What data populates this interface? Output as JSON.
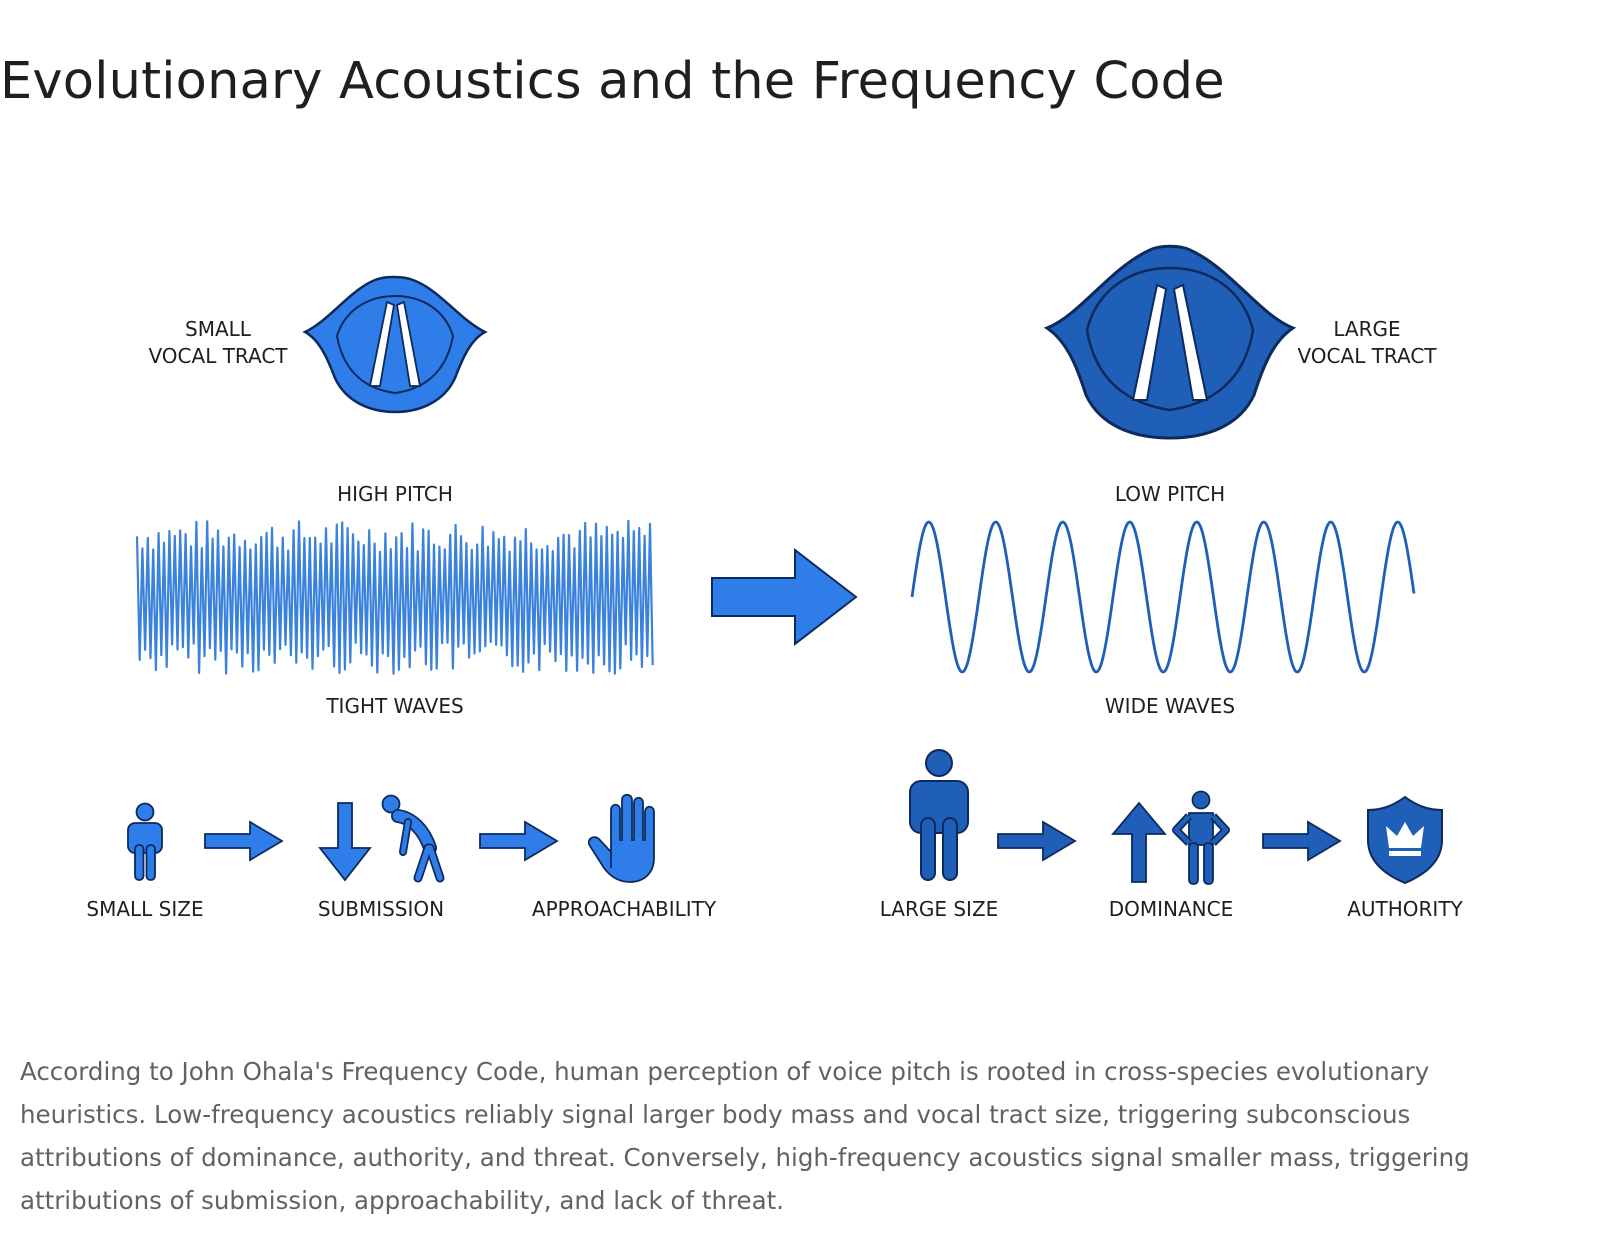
{
  "title": "Evolutionary Acoustics and the Frequency Code",
  "colors": {
    "accent_light": "#2f7de8",
    "accent_dark": "#1f5fb8",
    "outline": "#0d2a5c",
    "text": "#1f1f1f",
    "caption": "#5f6368"
  },
  "left": {
    "tract_label_line1": "SMALL",
    "tract_label_line2": "VOCAL TRACT",
    "pitch_label": "HIGH PITCH",
    "wave_label": "TIGHT WAVES",
    "flow": [
      "SMALL SIZE",
      "SUBMISSION",
      "APPROACHABILITY"
    ],
    "icons": [
      "small-person-icon",
      "arrow-right-icon",
      "arrow-down-icon",
      "bowing-person-icon",
      "arrow-right-icon",
      "raised-hand-icon"
    ]
  },
  "right": {
    "tract_label_line1": "LARGE",
    "tract_label_line2": "VOCAL TRACT",
    "pitch_label": "LOW PITCH",
    "wave_label": "WIDE WAVES",
    "flow": [
      "LARGE SIZE",
      "DOMINANCE",
      "AUTHORITY"
    ],
    "icons": [
      "large-person-icon",
      "arrow-right-icon",
      "arrow-up-icon",
      "hands-on-hips-person-icon",
      "arrow-right-icon",
      "crown-shield-icon"
    ]
  },
  "caption": "According to John Ohala's Frequency Code, human perception of voice pitch is rooted in cross-species evolutionary heuristics. Low-frequency acoustics reliably signal larger body mass and vocal tract size, triggering subconscious attributions of dominance, authority, and threat. Conversely, high-frequency acoustics signal smaller mass, triggering attributions of submission, approachability, and lack of threat."
}
